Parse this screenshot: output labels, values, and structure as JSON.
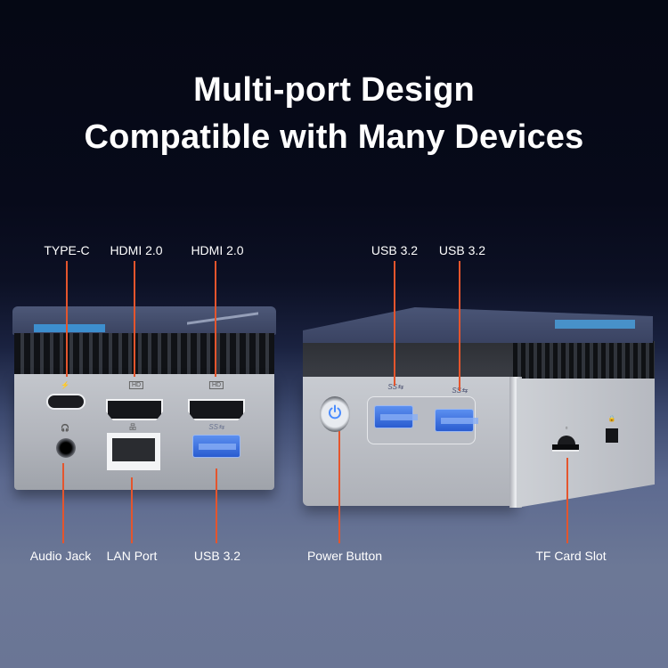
{
  "headline": {
    "line1": "Multi-port Design",
    "line2": "Compatible with Many Devices"
  },
  "colors": {
    "background_top": "#050814",
    "background_bottom": "#6a7595",
    "callout_line": "#e4552d",
    "title_text": "#ffffff",
    "usb_blue": "#3a6fe0",
    "power_glow": "#4a8cff"
  },
  "left_device": {
    "view": "front",
    "top_labels": [
      {
        "label": "TYPE-C",
        "icon": "lightning-icon"
      },
      {
        "label": "HDMI 2.0",
        "icon": "hd-icon"
      },
      {
        "label": "HDMI 2.0",
        "icon": "hd-icon"
      }
    ],
    "bottom_labels": [
      {
        "label": "Audio Jack",
        "icon": "headphone-icon"
      },
      {
        "label": "LAN Port",
        "icon": "network-icon"
      },
      {
        "label": "USB 3.2",
        "icon": "ss-usb-icon"
      }
    ],
    "port_icons": {
      "hd": "HD",
      "lightning": "⚡",
      "headphone": "🎧",
      "network": "品",
      "ss_usb": "SS⇆"
    }
  },
  "right_device": {
    "view": "three-quarter",
    "top_labels": [
      {
        "label": "USB 3.2",
        "icon": "ss-usb-icon"
      },
      {
        "label": "USB 3.2",
        "icon": "ss-usb-icon"
      }
    ],
    "bottom_labels": [
      {
        "label": "Power Button",
        "icon": "power-icon"
      },
      {
        "label": "TF Card Slot",
        "icon": "sd-card-icon"
      }
    ],
    "port_icons": {
      "ss_usb": "SS⇆",
      "sd": "▫",
      "lock": "🔒"
    }
  }
}
